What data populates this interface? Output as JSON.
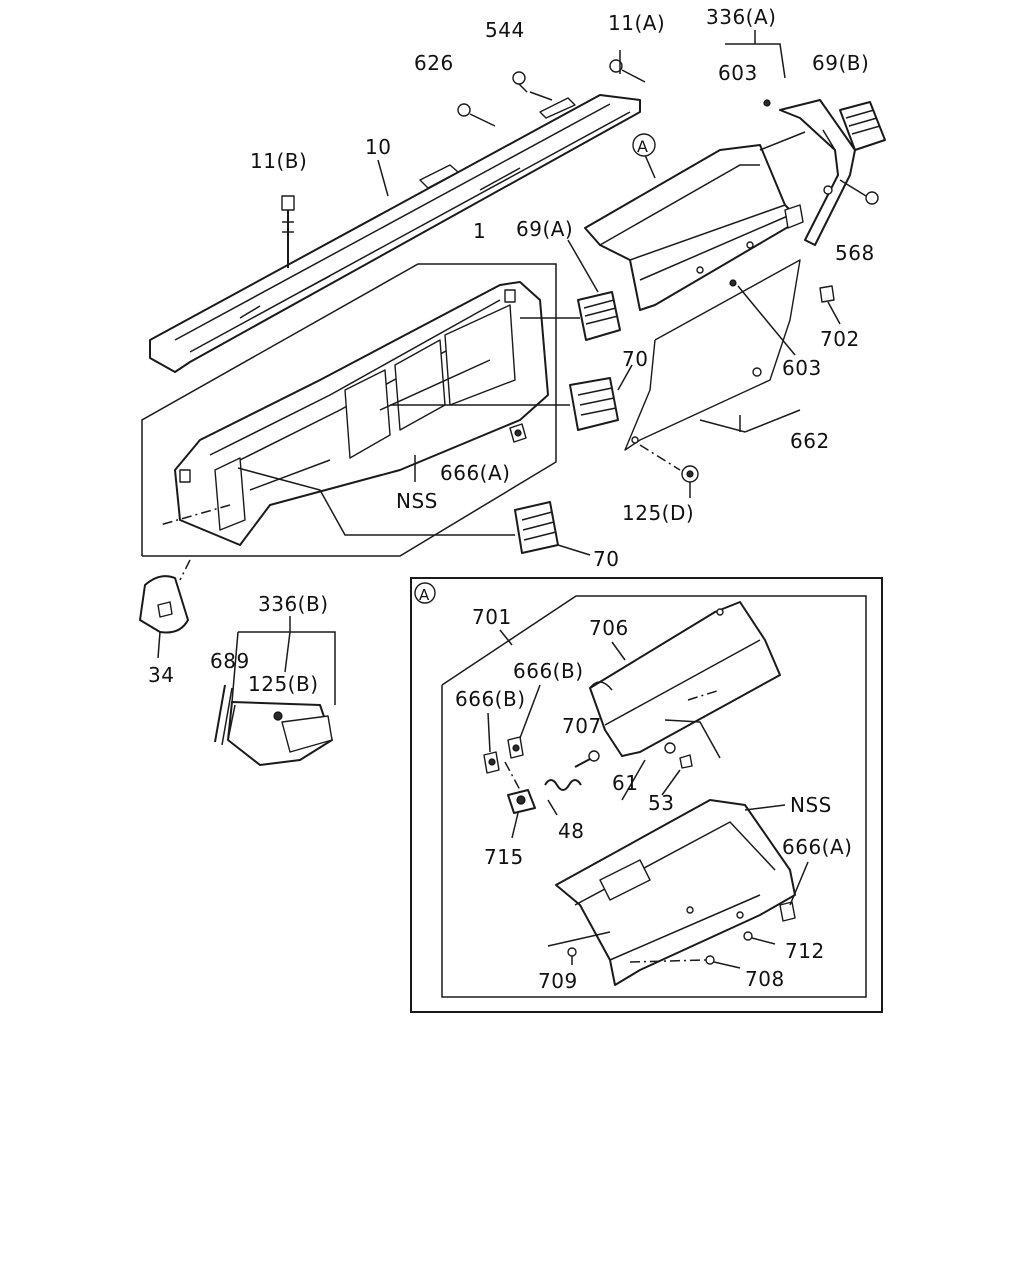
{
  "callouts": {
    "p544": "544",
    "p11a": "11(A)",
    "p336a": "336(A)",
    "p626": "626",
    "p603a": "603",
    "p69b": "69(B)",
    "pAnchor": "A",
    "p10": "10",
    "p11b": "11(B)",
    "p568": "568",
    "p69a": "69(A)",
    "p1": "1",
    "p702": "702",
    "p70a": "70",
    "p603b": "603",
    "p662": "662",
    "p666a1": "666(A)",
    "pNss1": "NSS",
    "p125d": "125(D)",
    "p70b": "70",
    "p34": "34",
    "p336b": "336(B)",
    "p689": "689",
    "p125b": "125(B)",
    "detailTag": "A",
    "p701": "701",
    "p706": "706",
    "p666b1": "666(B)",
    "p666b2": "666(B)",
    "p707": "707",
    "p61": "61",
    "p53": "53",
    "pNss2": "NSS",
    "p48": "48",
    "p715": "715",
    "p666a2": "666(A)",
    "p712": "712",
    "p709": "709",
    "p708": "708"
  }
}
